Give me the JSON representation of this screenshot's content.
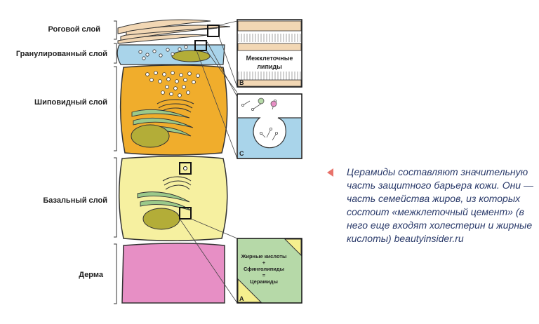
{
  "layers": {
    "corneum": "Роговой слой",
    "granulosum": "Гранулированный слой",
    "spinosum": "Шиповидный слой",
    "basale": "Базальный слой",
    "dermis": "Дерма"
  },
  "insets": {
    "lipids_label_line1": "Межклеточные",
    "lipids_label_line2": "липиды",
    "letter_b": "B",
    "letter_c": "C",
    "letter_a": "A",
    "equation": {
      "line1": "Жирные кислоты",
      "plus": "+",
      "line2": "Сфинголипиды",
      "equals": "=",
      "line3": "Церамиды"
    }
  },
  "caption": "Церамиды составляют значительную часть защитного барьера кожи. Они — часть семейства жиров, из которых состоит «межклеточный цемент» (в него еще входят холестерин и жирные кислоты) beautyinsider.ru",
  "colors": {
    "granulosum": "#a9d4ea",
    "spinosum": "#f0ad2c",
    "basale": "#f6f0a0",
    "dermis": "#e78fc5",
    "nucleus": "#b3ad38",
    "corneum": "#f2d7b4",
    "caption_text": "#2a3a6a",
    "caption_marker": "#e8736b",
    "inset_green": "#b6d9a8",
    "inset_yellow": "#f5ef8e"
  }
}
